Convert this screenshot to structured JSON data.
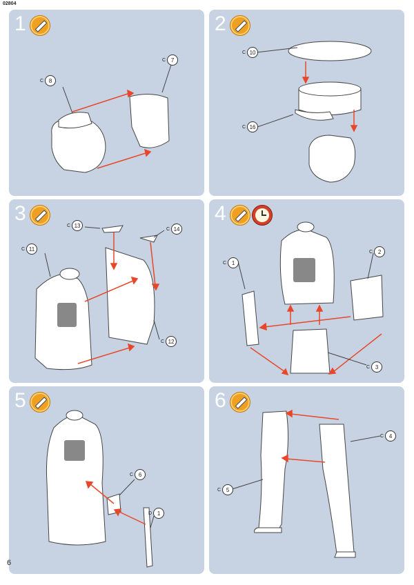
{
  "doc_code": "02804",
  "page_number": "6",
  "colors": {
    "panel": "#c7d3e2",
    "arrow": "#e8472a",
    "paint_icon": "#f0a020"
  },
  "steps": [
    {
      "number": "1",
      "icons": [
        "paint-icon"
      ],
      "labels": [
        {
          "letter": "C",
          "num": "8"
        },
        {
          "letter": "C",
          "num": "7"
        }
      ]
    },
    {
      "number": "2",
      "icons": [
        "paint-icon"
      ],
      "labels": [
        {
          "letter": "C",
          "num": "10"
        },
        {
          "letter": "C",
          "num": "16"
        }
      ]
    },
    {
      "number": "3",
      "icons": [
        "paint-icon"
      ],
      "labels": [
        {
          "letter": "C",
          "num": "13"
        },
        {
          "letter": "C",
          "num": "14"
        },
        {
          "letter": "C",
          "num": "11"
        },
        {
          "letter": "C",
          "num": "12"
        }
      ]
    },
    {
      "number": "4",
      "icons": [
        "paint-icon",
        "clock-icon"
      ],
      "labels": [
        {
          "letter": "C",
          "num": "1"
        },
        {
          "letter": "C",
          "num": "2"
        },
        {
          "letter": "C",
          "num": "3"
        }
      ]
    },
    {
      "number": "5",
      "icons": [
        "paint-icon"
      ],
      "labels": [
        {
          "letter": "C",
          "num": "6"
        },
        {
          "letter": "D",
          "num": "1"
        }
      ]
    },
    {
      "number": "6",
      "icons": [
        "paint-icon"
      ],
      "labels": [
        {
          "letter": "C",
          "num": "4"
        },
        {
          "letter": "C",
          "num": "5"
        }
      ]
    }
  ]
}
